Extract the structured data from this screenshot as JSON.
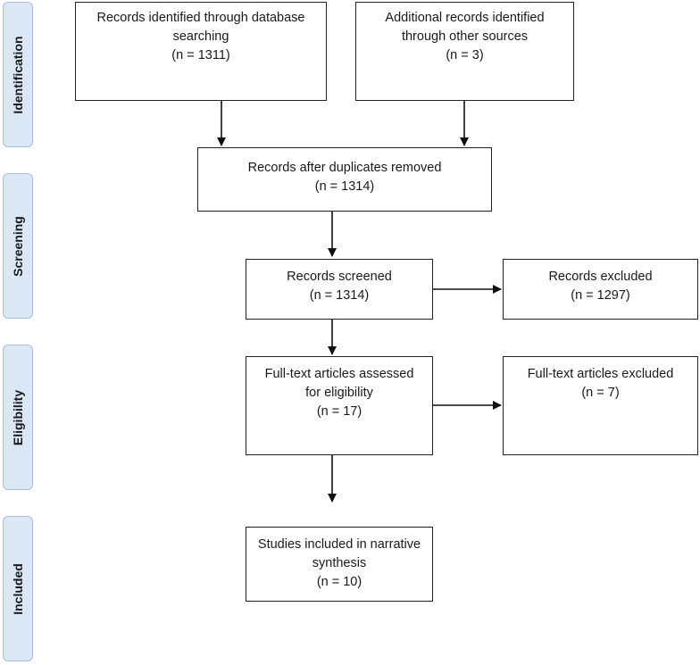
{
  "stages": {
    "identification": "Identification",
    "screening": "Screening",
    "eligibility": "Eligibility",
    "included": "Included"
  },
  "boxes": {
    "database": {
      "line1": "Records identified through database",
      "line2": "searching",
      "line3": "(n = 1311)"
    },
    "other": {
      "line1": "Additional records identified",
      "line2": "through other sources",
      "line3": "(n = 3)"
    },
    "deduplicated": {
      "line1": "Records after duplicates removed",
      "line2": "(n = 1314)"
    },
    "screened": {
      "line1": "Records screened",
      "line2": "(n = 1314)"
    },
    "excluded": {
      "line1": "Records excluded",
      "line2": "(n = 1297)"
    },
    "fulltext": {
      "line1": "Full-text articles assessed",
      "line2": "for eligibility",
      "line3": "(n = 17)"
    },
    "fulltext_excluded": {
      "line1": "Full-text articles excluded",
      "line2": "(n = 7)"
    },
    "included": {
      "line1": "Studies included in narrative",
      "line2": "synthesis",
      "line3": "(n = 10)"
    }
  }
}
